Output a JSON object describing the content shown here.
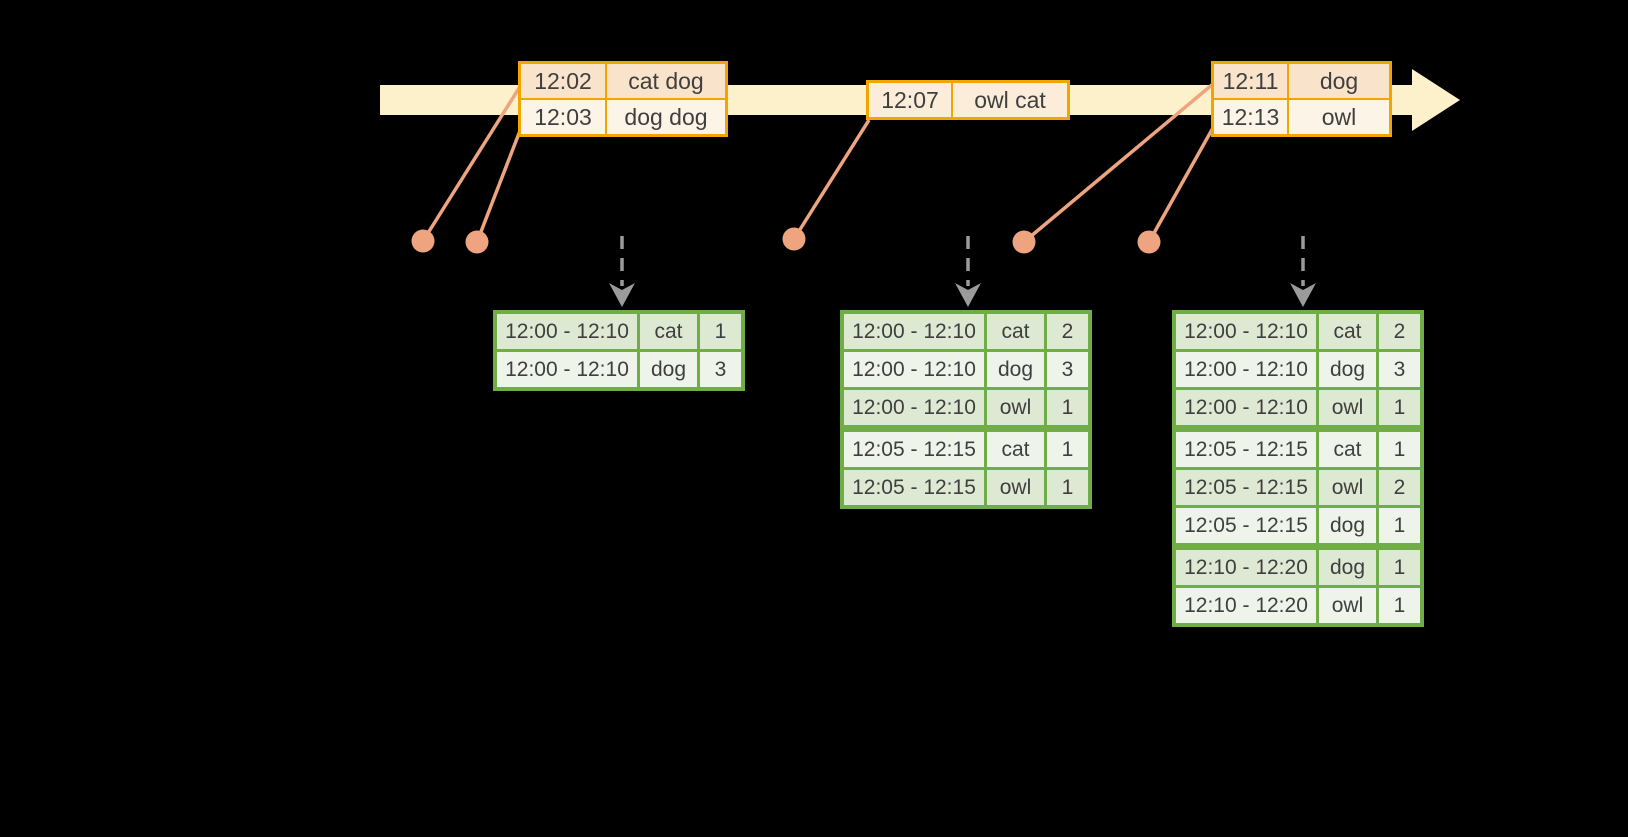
{
  "colors": {
    "background": "#000000",
    "text_color": "#3F3F3F",
    "timeline_band": "#FCF1CB",
    "orange_border": "#F0A500",
    "event_row_dark": "#FAE3CB",
    "event_row_light": "#FDF4E8",
    "event_row_mid": "#FCEDDB",
    "salmon_dot": "#EEA47E",
    "green_border": "#70AD47",
    "result_row_dark": "#DEE9D4",
    "result_row_light": "#EFF4EB",
    "gray_arrow": "#9B9B9B"
  },
  "icons": {
    "timeline_arrowhead": "right-arrow",
    "trigger_arrowhead": "down-chevron-arrow",
    "event_marker": "filled-circle-dot"
  },
  "event_columns": [
    {
      "key": "time",
      "name": "event-time"
    },
    {
      "key": "words",
      "name": "event-words"
    }
  ],
  "result_columns": [
    {
      "key": "window",
      "name": "window-range"
    },
    {
      "key": "word",
      "name": "word"
    },
    {
      "key": "count",
      "name": "count"
    }
  ],
  "event_tables": [
    {
      "rows": [
        {
          "time": "12:02",
          "words": "cat dog",
          "shade": "dark"
        },
        {
          "time": "12:03",
          "words": "dog dog",
          "shade": "light"
        }
      ]
    },
    {
      "rows": [
        {
          "time": "12:07",
          "words": "owl cat",
          "shade": "mid"
        }
      ]
    },
    {
      "rows": [
        {
          "time": "12:11",
          "words": "dog",
          "shade": "dark"
        },
        {
          "time": "12:13",
          "words": "owl",
          "shade": "light"
        }
      ]
    }
  ],
  "result_tables": [
    {
      "rows": [
        {
          "window": "12:00 - 12:10",
          "word": "cat",
          "count": "1",
          "shade": "dark"
        },
        {
          "window": "12:00 - 12:10",
          "word": "dog",
          "count": "3",
          "shade": "light"
        }
      ]
    },
    {
      "rows": [
        {
          "window": "12:00 - 12:10",
          "word": "cat",
          "count": "2",
          "shade": "dark"
        },
        {
          "window": "12:00 - 12:10",
          "word": "dog",
          "count": "3",
          "shade": "light"
        },
        {
          "window": "12:00 - 12:10",
          "word": "owl",
          "count": "1",
          "shade": "dark"
        },
        {
          "window": "12:05 - 12:15",
          "word": "cat",
          "count": "1",
          "shade": "light",
          "group_start": true
        },
        {
          "window": "12:05 - 12:15",
          "word": "owl",
          "count": "1",
          "shade": "dark"
        }
      ]
    },
    {
      "rows": [
        {
          "window": "12:00 - 12:10",
          "word": "cat",
          "count": "2",
          "shade": "dark"
        },
        {
          "window": "12:00 - 12:10",
          "word": "dog",
          "count": "3",
          "shade": "light"
        },
        {
          "window": "12:00 - 12:10",
          "word": "owl",
          "count": "1",
          "shade": "dark"
        },
        {
          "window": "12:05 - 12:15",
          "word": "cat",
          "count": "1",
          "shade": "light",
          "group_start": true
        },
        {
          "window": "12:05 - 12:15",
          "word": "owl",
          "count": "2",
          "shade": "dark"
        },
        {
          "window": "12:05 - 12:15",
          "word": "dog",
          "count": "1",
          "shade": "light"
        },
        {
          "window": "12:10 - 12:20",
          "word": "dog",
          "count": "1",
          "shade": "dark",
          "group_start": true
        },
        {
          "window": "12:10 - 12:20",
          "word": "owl",
          "count": "1",
          "shade": "light"
        }
      ]
    }
  ]
}
